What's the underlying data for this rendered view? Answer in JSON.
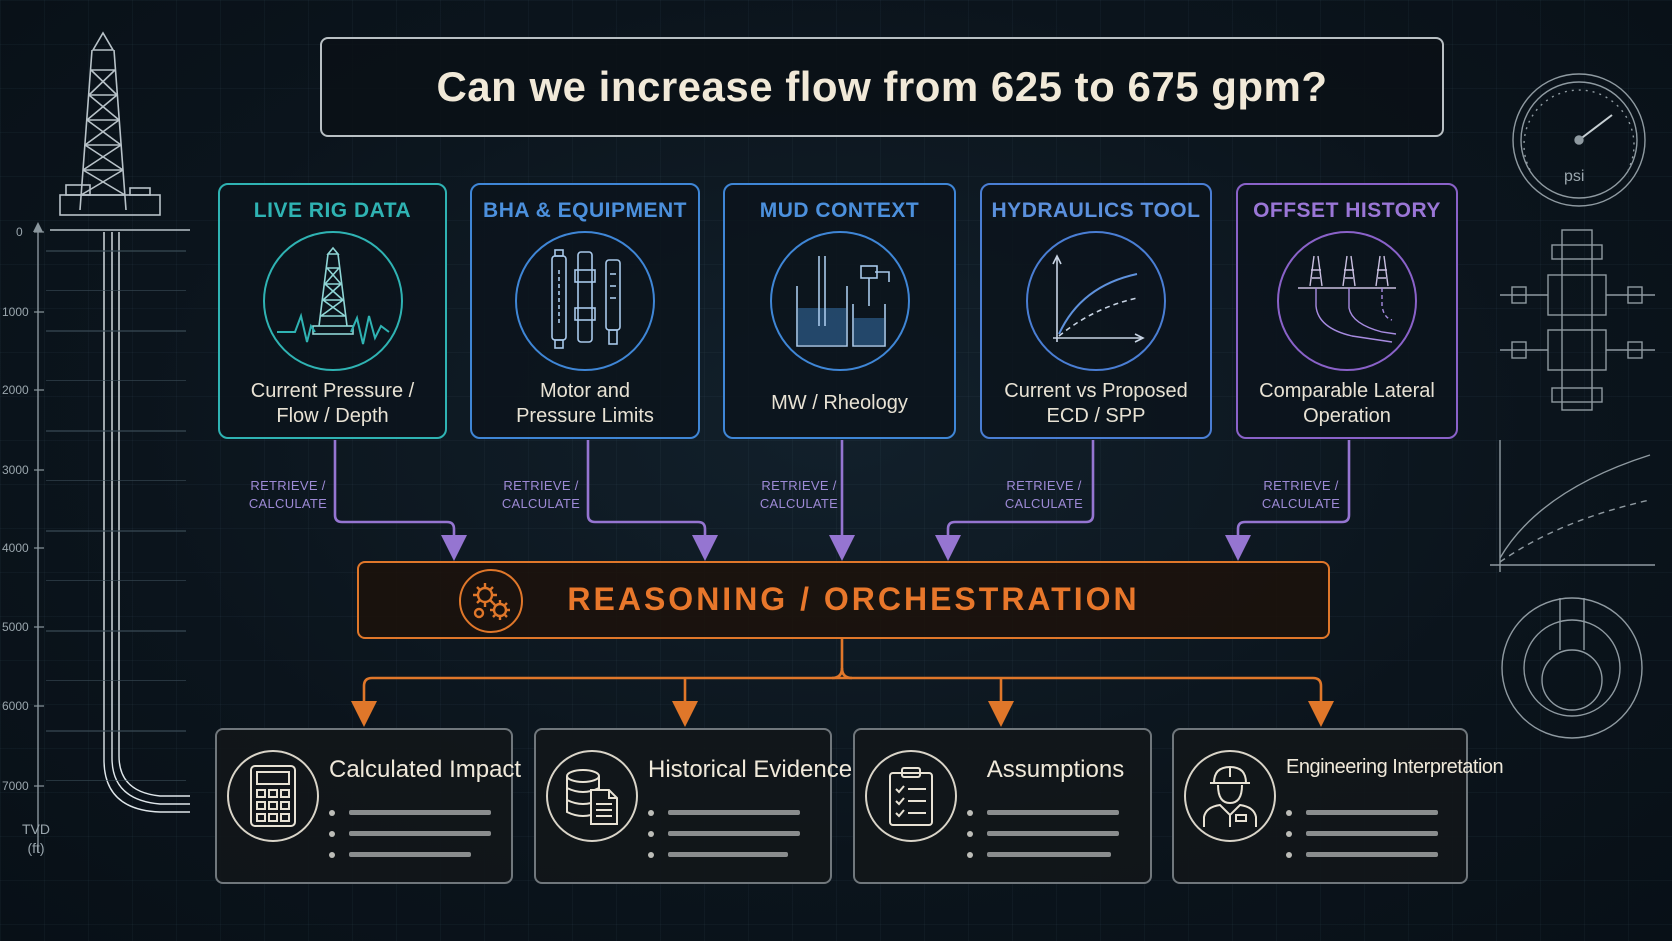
{
  "question": "Can we increase flow from 625 to 675 gpm?",
  "sources": [
    {
      "title": "LIVE RIG DATA",
      "subtitle": "Current Pressure /\nFlow / Depth",
      "color": "#2fb3b3",
      "icon": "rig-pressure-icon"
    },
    {
      "title": "BHA & EQUIPMENT",
      "subtitle": "Motor and\nPressure Limits",
      "color": "#3f86d6",
      "icon": "bha-tools-icon"
    },
    {
      "title": "MUD CONTEXT",
      "subtitle": "MW / Rheology",
      "color": "#3f86d6",
      "icon": "beaker-icon"
    },
    {
      "title": "HYDRAULICS TOOL",
      "subtitle": "Current vs Proposed\nECD / SPP",
      "color": "#4a7ed4",
      "icon": "curve-chart-icon"
    },
    {
      "title": "OFFSET HISTORY",
      "subtitle": "Comparable Lateral\nOperation",
      "color": "#8a62c9",
      "icon": "offset-wells-icon"
    }
  ],
  "retrieve_label": "RETRIEVE /\nCALCULATE",
  "orchestration": "REASONING / ORCHESTRATION",
  "outputs": [
    {
      "title": "Calculated Impact",
      "icon": "calculator-icon"
    },
    {
      "title": "Historical Evidence",
      "icon": "database-document-icon"
    },
    {
      "title": "Assumptions",
      "icon": "clipboard-checklist-icon"
    },
    {
      "title": "Engineering Interpretation",
      "icon": "engineer-icon"
    }
  ],
  "depth_axis": {
    "ticks": [
      "0",
      "1000",
      "2000",
      "3000",
      "4000",
      "5000",
      "6000",
      "7000"
    ],
    "label_line1": "TVD",
    "label_line2": "(ft)"
  },
  "gauge_label": "psi",
  "colors": {
    "accent": "#e0772a",
    "teal": "#2fb3b3",
    "blue": "#3f86d6",
    "purple": "#8a62c9",
    "arrow": "#9575d1"
  }
}
